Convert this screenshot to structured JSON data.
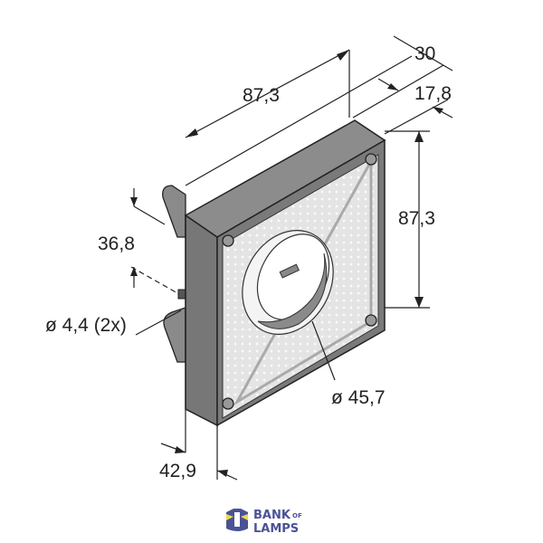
{
  "drawing": {
    "dimensions": {
      "depth_total": "30",
      "width_top": "87,3",
      "depth_frame": "17,8",
      "height_right": "87,3",
      "bracket_offset": "36,8",
      "hole_diameter": "ø 4,4 (2x)",
      "aperture_diameter": "ø 45,7",
      "bottom_offset": "42,9"
    },
    "colors": {
      "frame_top": "#8c8c8c",
      "frame_side": "#6e6e6e",
      "panel": "#e6e6e6",
      "line": "#222222"
    }
  },
  "logo": {
    "line1": "BANK",
    "of": "OF",
    "line2": "LAMPS",
    "color": "#4a5296",
    "accent": "#f2d64b"
  }
}
